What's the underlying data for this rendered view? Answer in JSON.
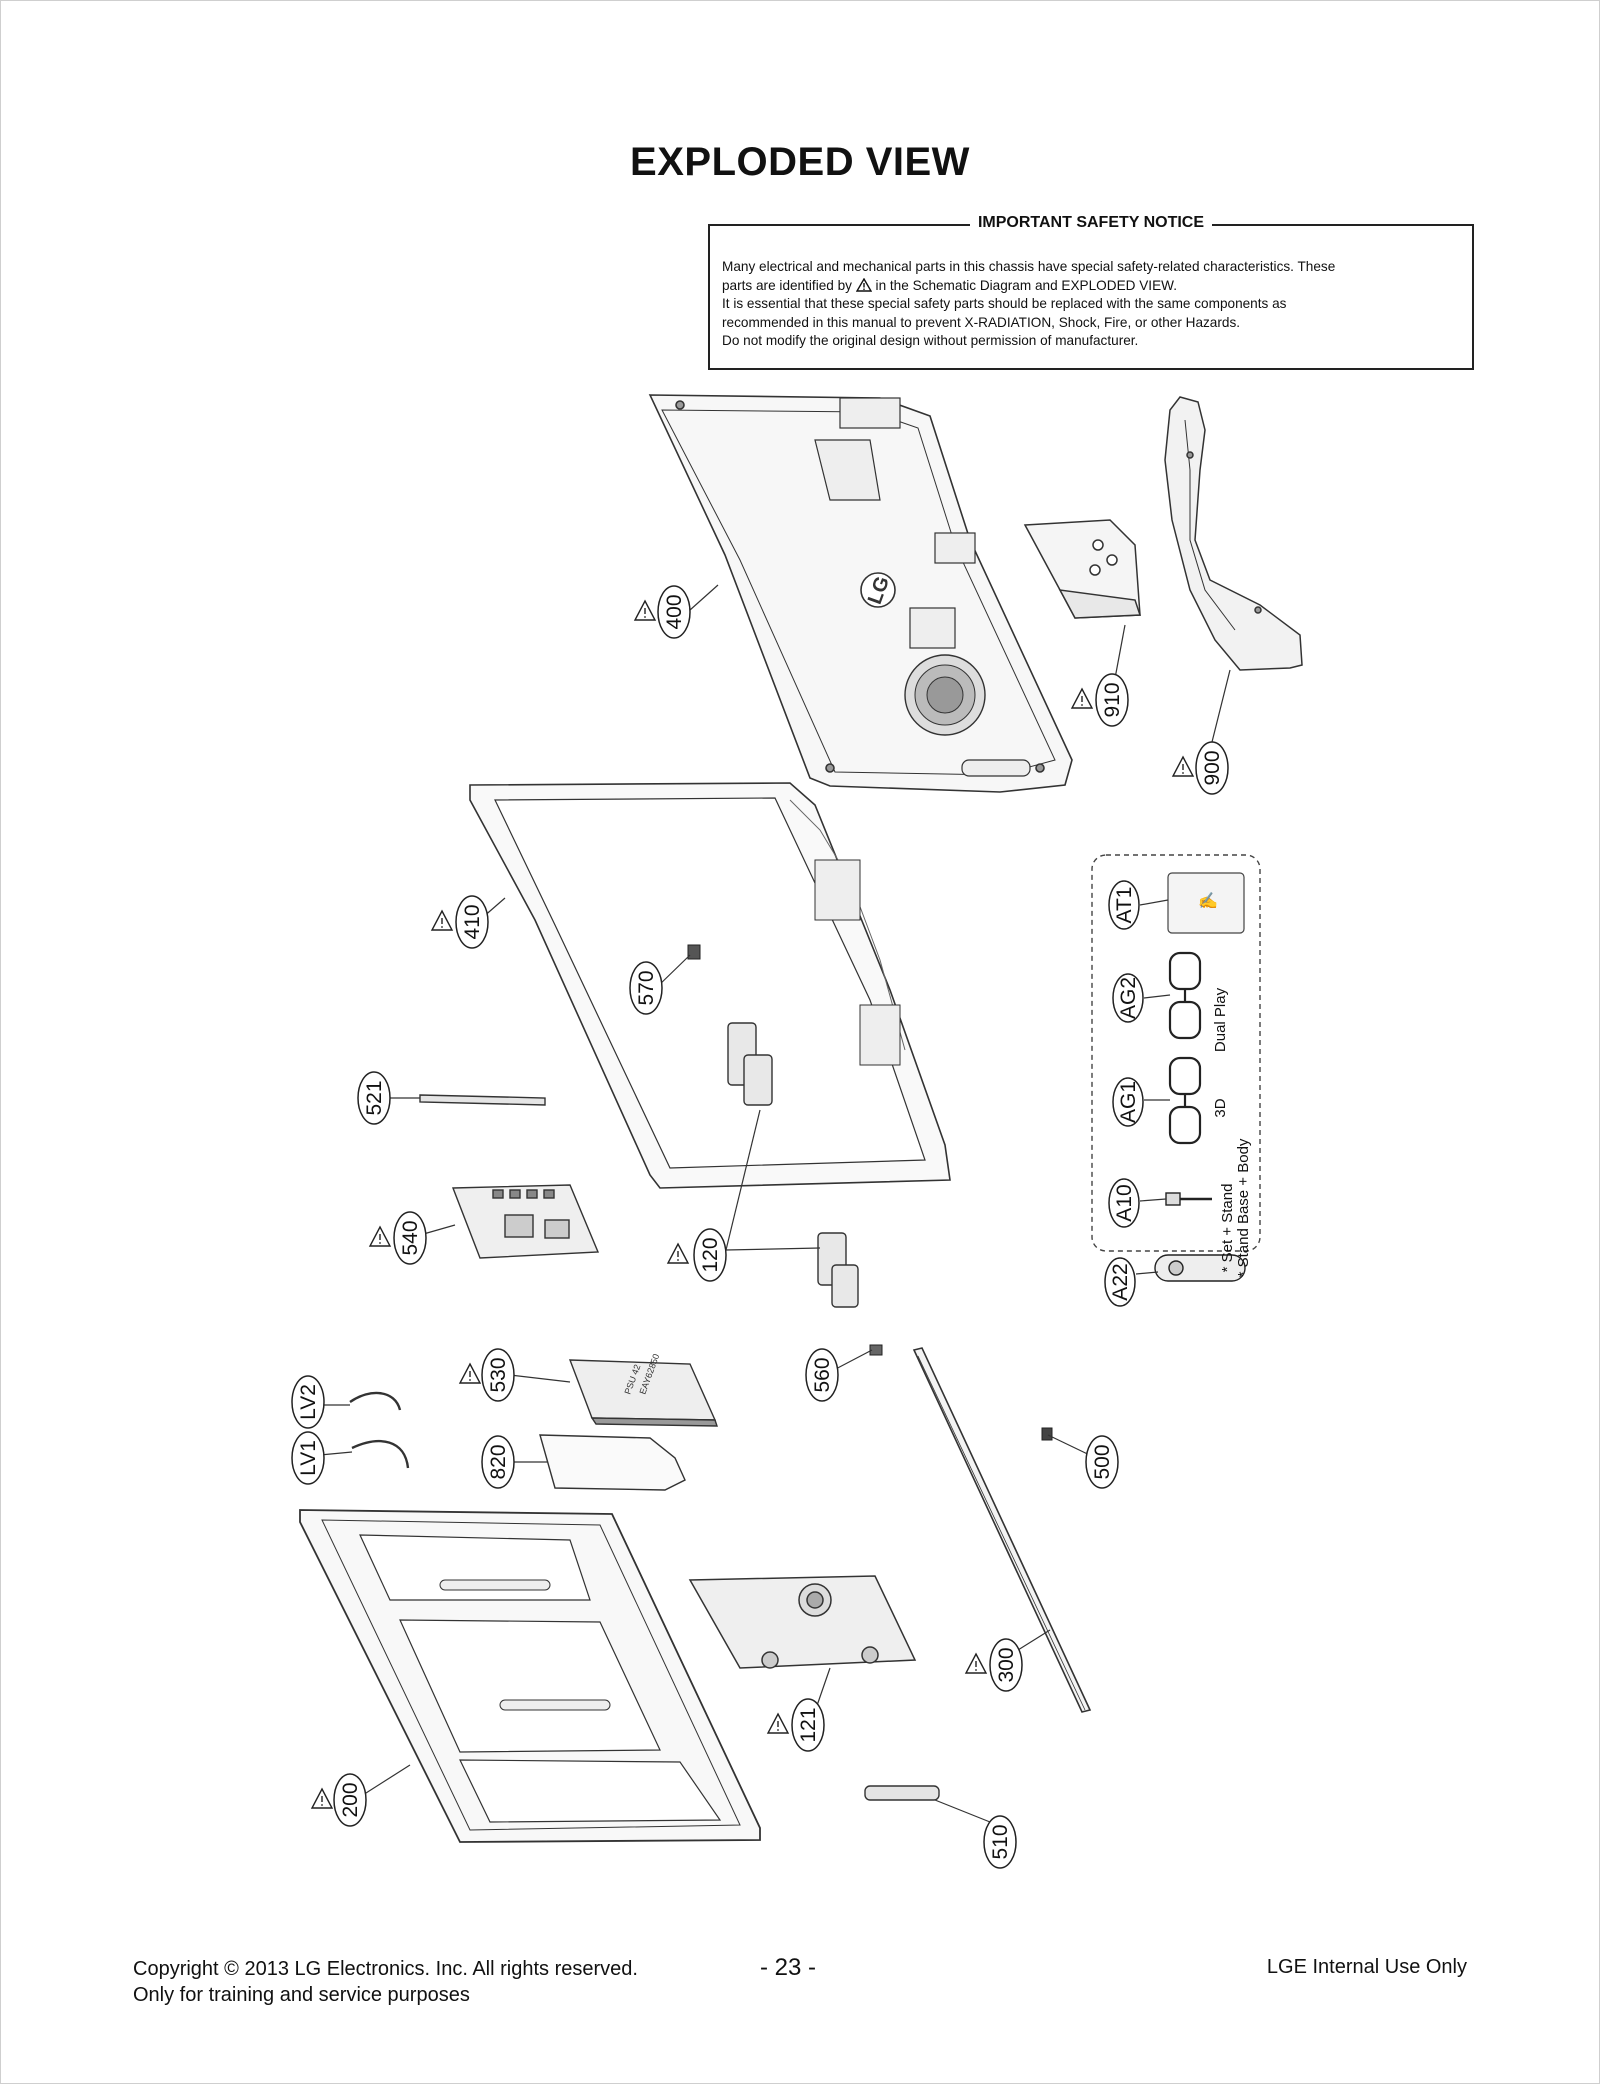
{
  "title": "EXPLODED VIEW",
  "notice": {
    "heading": "IMPORTANT SAFETY NOTICE",
    "line1": "Many electrical and mechanical parts in this chassis have special safety-related characteristics. These",
    "line2_before": "parts are identified by",
    "line2_after": "in the Schematic Diagram and EXPLODED VIEW.",
    "line3": "It is essential that these special safety parts should be replaced with the same components as",
    "line4": "recommended in this manual to prevent X-RADIATION, Shock, Fire, or other Hazards.",
    "line5": "Do not modify the original design without permission of manufacturer."
  },
  "parts": {
    "p400": "400",
    "p910": "910",
    "p900": "900",
    "p410": "410",
    "p570": "570",
    "p521": "521",
    "p540": "540",
    "p120": "120",
    "p530": "530",
    "p560": "560",
    "plv2": "LV2",
    "plv1": "LV1",
    "p820": "820",
    "p500": "500",
    "p300": "300",
    "p121": "121",
    "p200": "200",
    "p510": "510"
  },
  "accessories": {
    "at1": "AT1",
    "ag2": "AG2",
    "ag1": "AG1",
    "a10": "A10",
    "a22": "A22",
    "dual_play": "Dual Play",
    "three_d": "3D",
    "note1": "* Set + Stand",
    "note2": "* Stand Base + Body"
  },
  "footer": {
    "copyright": "Copyright  © 2013 LG Electronics. Inc. All rights reserved.",
    "purpose": "Only for training and service purposes",
    "page": "- 23 -",
    "internal": "LGE Internal Use Only"
  },
  "diagram_labels": {
    "back_cover_logo": "LG",
    "psu_label_1": "PSU 42",
    "psu_label_2": "EAY62850"
  }
}
